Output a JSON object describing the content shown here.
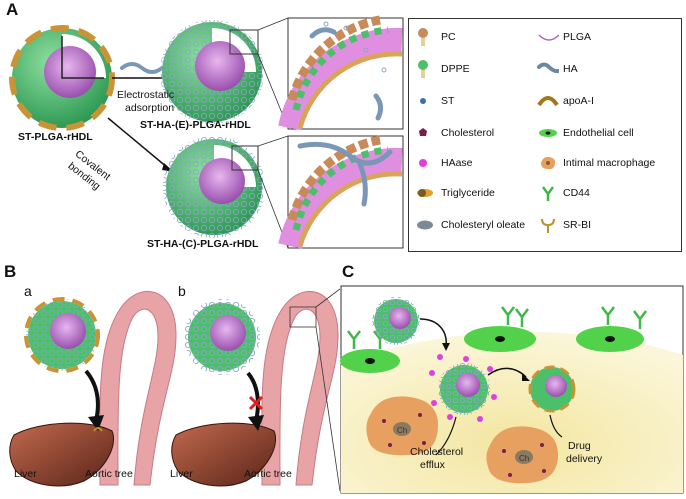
{
  "panels": {
    "A": "A",
    "B": "B",
    "C": "C",
    "a": "a",
    "b": "b"
  },
  "panel_a": {
    "np_left": "ST-PLGA-rHDL",
    "np_e": "ST-HA-(E)-PLGA-rHDL",
    "np_c": "ST-HA-(C)-PLGA-rHDL",
    "arrow_e_line1": "Electrostatic",
    "arrow_e_line2": "adsorption",
    "arrow_c_line1": "Covalent",
    "arrow_c_line2": "bonding"
  },
  "legend": {
    "left": [
      {
        "icon": "pc-lipid-icon",
        "label": "PC"
      },
      {
        "icon": "dppe-lipid-icon",
        "label": "DPPE"
      },
      {
        "icon": "st-icon",
        "label": "ST"
      },
      {
        "icon": "cholesterol-icon",
        "label": "Cholesterol"
      },
      {
        "icon": "haase-icon",
        "label": "HAase"
      },
      {
        "icon": "triglyceride-icon",
        "label": "Triglyceride"
      },
      {
        "icon": "cholesteryl-oleate-icon",
        "label": "Cholesteryl oleate"
      }
    ],
    "right": [
      {
        "icon": "plga-icon",
        "label": "PLGA"
      },
      {
        "icon": "ha-icon",
        "label": "HA"
      },
      {
        "icon": "apoa1-icon",
        "label": "apoA-I"
      },
      {
        "icon": "endothelial-cell-icon",
        "label": "Endothelial cell"
      },
      {
        "icon": "macrophage-icon",
        "label": "Intimal macrophage"
      },
      {
        "icon": "cd44-icon",
        "label": "CD44"
      },
      {
        "icon": "sr-bi-icon",
        "label": "SR-BI"
      }
    ]
  },
  "panel_b": {
    "a_liver": "Liver",
    "a_aortic": "Aortic tree",
    "b_liver": "Liver",
    "b_aortic": "Aortic tree"
  },
  "panel_c": {
    "efflux_line1": "Cholesterol",
    "efflux_line2": "efflux",
    "drug_line1": "Drug",
    "drug_line2": "delivery"
  },
  "colors": {
    "pc": "#c98a5a",
    "dppe": "#4cbf6a",
    "plga": "#b067b8",
    "ha": "#7fa0c0",
    "apoa1": "#b8902a",
    "endothelial": "#52d24a",
    "aorta": "#e8a3a6",
    "liver": "#7a3a2a",
    "macrophage": "#e8a060"
  }
}
